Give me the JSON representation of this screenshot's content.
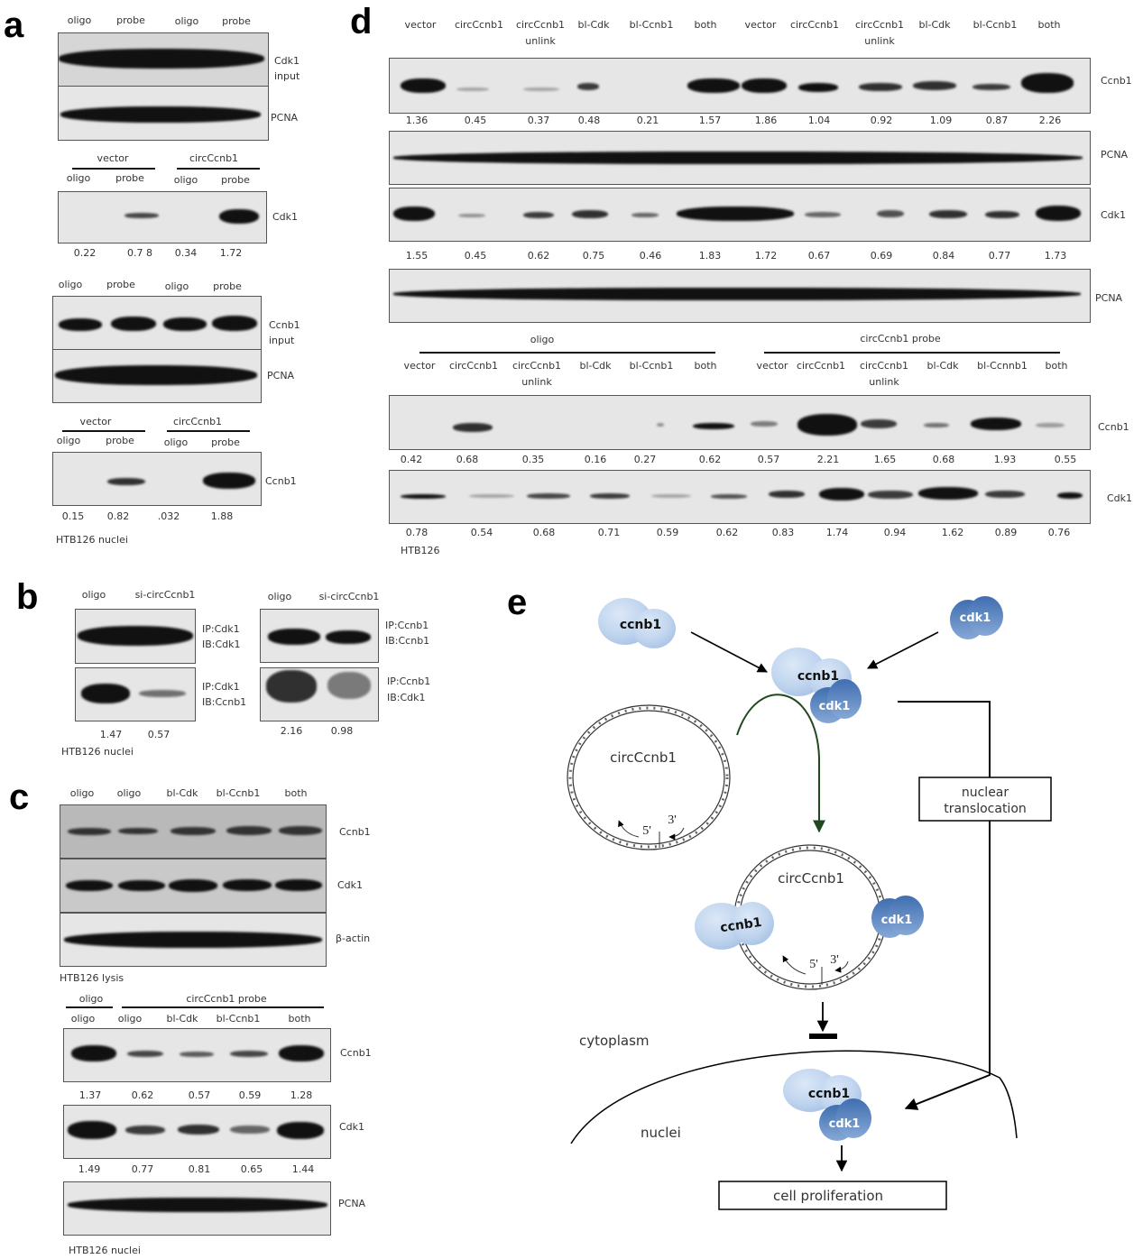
{
  "panels": {
    "a": {
      "label": "a",
      "blot1": {
        "lanes": [
          "oligo",
          "probe",
          "oligo",
          "probe"
        ],
        "rows": [
          "Cdk1\ninput",
          "PCNA"
        ],
        "row_labels": [
          "Cdk1",
          "input",
          "PCNA"
        ]
      },
      "blot2": {
        "groups": [
          "vector",
          "circCcnb1"
        ],
        "lanes": [
          "oligo",
          "probe",
          "oligo",
          "probe"
        ],
        "row_label": "Cdk1",
        "values": [
          "0.22",
          "0.7 8",
          "0.34",
          "1.72"
        ]
      },
      "blot3": {
        "lanes": [
          "oligo",
          "probe",
          "oligo",
          "probe"
        ],
        "row_labels": [
          "Ccnb1",
          "input",
          "PCNA"
        ]
      },
      "blot4": {
        "groups": [
          "vector",
          "circCcnb1"
        ],
        "lanes": [
          "oligo",
          "probe",
          "oligo",
          "probe"
        ],
        "row_label": "Ccnb1",
        "values": [
          "0.15",
          "0.82",
          ".032",
          "1.88"
        ]
      },
      "caption": "HTB126 nuclei"
    },
    "b": {
      "label": "b",
      "left": {
        "lanes": [
          "oligo",
          "si-circCcnb1"
        ],
        "rows": [
          {
            "ip": "IP:Cdk1",
            "ib": "IB:Cdk1"
          },
          {
            "ip": "IP:Cdk1",
            "ib": "IB:Ccnb1"
          }
        ],
        "values": [
          "1.47",
          "0.57"
        ]
      },
      "right": {
        "lanes": [
          "oligo",
          "si-circCcnb1"
        ],
        "rows": [
          {
            "ip": "IP:Ccnb1",
            "ib": "IB:Ccnb1"
          },
          {
            "ip": "IP:Ccnb1",
            "ib": "IB:Cdk1"
          }
        ],
        "values": [
          "2.16",
          "0.98"
        ]
      },
      "caption": "HTB126 nuclei"
    },
    "c": {
      "label": "c",
      "blot1": {
        "lanes": [
          "oligo",
          "oligo",
          "bl-Cdk",
          "bl-Ccnb1",
          "both"
        ],
        "row_labels": [
          "Ccnb1",
          "Cdk1",
          "β-actin"
        ],
        "caption": "HTB126 lysis"
      },
      "blot2": {
        "groups": [
          "oligo",
          "circCcnb1  probe"
        ],
        "lanes": [
          "oligo",
          "oligo",
          "bl-Cdk",
          "bl-Ccnb1",
          "both"
        ],
        "row_labels": [
          "Ccnb1",
          "Cdk1",
          "PCNA"
        ],
        "ccnb1_values": [
          "1.37",
          "0.62",
          "0.57",
          "0.59",
          "1.28"
        ],
        "cdk1_values": [
          "1.49",
          "0.77",
          "0.81",
          "0.65",
          "1.44"
        ],
        "caption": "HTB126 nuclei"
      }
    },
    "d": {
      "label": "d",
      "top": {
        "lanes": [
          [
            "vector"
          ],
          [
            "circCcnb1"
          ],
          [
            "circCcnb1",
            "unlink"
          ],
          [
            "bl-Cdk"
          ],
          [
            "bl-Ccnb1"
          ],
          [
            "both"
          ],
          [
            "vector"
          ],
          [
            "circCcnb1"
          ],
          [
            "circCcnb1",
            "unlink"
          ],
          [
            "bl-Cdk"
          ],
          [
            "bl-Ccnb1"
          ],
          [
            "both"
          ]
        ],
        "row_labels": [
          "Ccnb1",
          "PCNA",
          "Cdk1",
          "PCNA"
        ],
        "ccnb1_values": [
          "1.36",
          "0.45",
          "0.37",
          "0.48",
          "0.21",
          "1.57",
          "1.86",
          "1.04",
          "0.92",
          "1.09",
          "0.87",
          "2.26"
        ],
        "cdk1_values": [
          "1.55",
          "0.45",
          "0.62",
          "0.75",
          "0.46",
          "1.83",
          "1.72",
          "0.67",
          "0.69",
          "0.84",
          "0.77",
          "1.73"
        ]
      },
      "bottom": {
        "groups": [
          "oligo",
          "circCcnb1  probe"
        ],
        "lanes": [
          [
            "vector"
          ],
          [
            "circCcnb1"
          ],
          [
            "circCcnb1",
            "unlink"
          ],
          [
            "bl-Cdk"
          ],
          [
            "bl-Ccnb1"
          ],
          [
            "both"
          ],
          [
            "vector"
          ],
          [
            "circCcnb1"
          ],
          [
            "circCcnb1",
            "unlink"
          ],
          [
            "bl-Cdk"
          ],
          [
            "bl-Ccnnb1"
          ],
          [
            "both"
          ]
        ],
        "row_labels": [
          "Ccnb1",
          "Cdk1"
        ],
        "ccnb1_values": [
          "0.42",
          "0.68",
          "0.35",
          "0.16",
          "0.27",
          "0.62",
          "0.57",
          "2.21",
          "1.65",
          "0.68",
          "1.93",
          "0.55"
        ],
        "cdk1_values": [
          "0.78",
          "0.54",
          "0.68",
          "0.71",
          "0.59",
          "0.62",
          "0.83",
          "1.74",
          "0.94",
          "1.62",
          "0.89",
          "0.76"
        ],
        "caption": "HTB126"
      }
    },
    "e": {
      "label": "e",
      "ccnb1": "ccnb1",
      "cdk1": "cdk1",
      "circ": "circCcnb1",
      "five_prime": "5'",
      "three_prime": "3'",
      "nuclear_translocation": [
        "nuclear",
        "translocation"
      ],
      "cytoplasm": "cytoplasm",
      "nuclei": "nuclei",
      "cell_proliferation": "cell proliferation",
      "colors": {
        "ccnb1_fill": "#c4d8f0",
        "cdk1_fill": "#5b86c0",
        "green_arrow": "#1f4a1f"
      }
    }
  }
}
